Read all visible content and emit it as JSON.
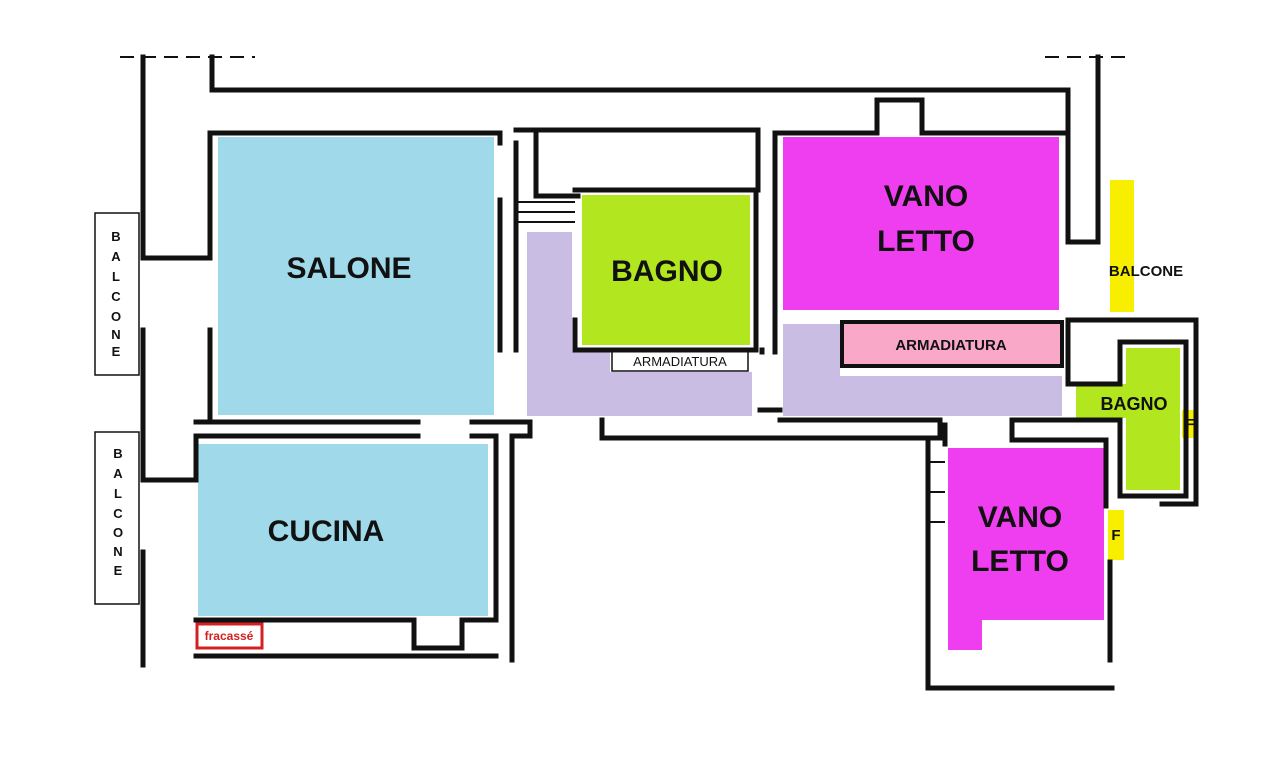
{
  "colors": {
    "living": "#9fd9ea",
    "bedroom": "#ee3ef0",
    "bathroom": "#b2e61e",
    "balcony": "#f8ee00",
    "wardrobe": "#f9a8c8",
    "corridor": "#c9bde4",
    "wall": "#111111",
    "note": "#d42020"
  },
  "rooms": {
    "salone": "SALONE",
    "cucina": "CUCINA",
    "bagno_center": "BAGNO",
    "bagno_right": "BAGNO",
    "vano_letto_top": [
      "VANO",
      "LETTO"
    ],
    "vano_letto_bottom": [
      "VANO",
      "LETTO"
    ]
  },
  "wardrobes": {
    "center": "ARMADIATURA",
    "right": "ARMADIATURA"
  },
  "balconies": {
    "left_top": [
      "B",
      "A",
      "L",
      "C",
      "O",
      "N",
      "E"
    ],
    "left_bottom": [
      "B",
      "A",
      "L",
      "C",
      "O",
      "N",
      "E"
    ],
    "right": "BALCONE"
  },
  "windows": {
    "f_upper": "F",
    "f_lower": "F"
  },
  "note": {
    "text": "fracassé"
  }
}
